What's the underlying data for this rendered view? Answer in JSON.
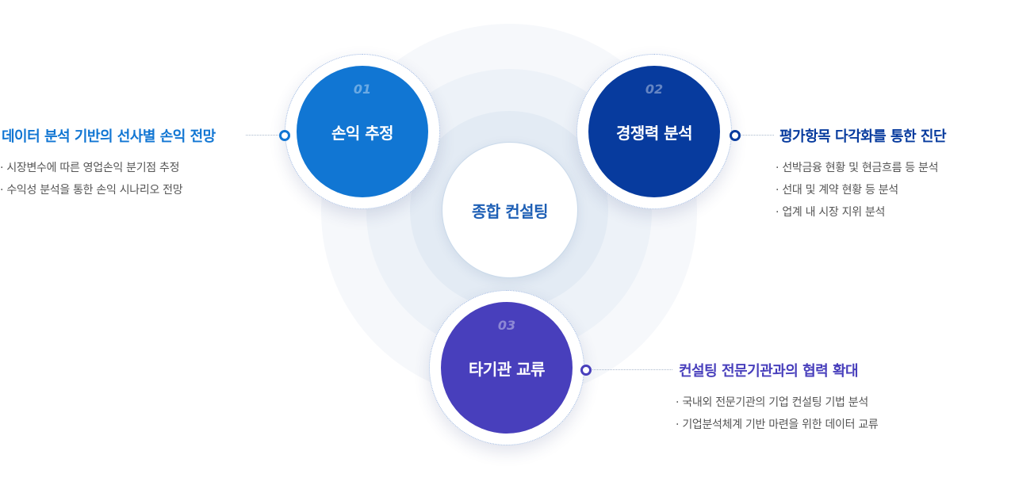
{
  "center": {
    "label": "종합 컨설팅"
  },
  "nodes": [
    {
      "num": "01",
      "label": "손익 추정"
    },
    {
      "num": "02",
      "label": "경쟁력 분석"
    },
    {
      "num": "03",
      "label": "타기관 교류"
    }
  ],
  "details": [
    {
      "heading": "데이터 분석 기반의 선사별 손익 전망",
      "bullets": [
        "시장변수에 따른 영업손익 분기점 추정",
        "수익성 분석을 통한 손익 시나리오 전망"
      ]
    },
    {
      "heading": "평가항목 다각화를 통한 진단",
      "bullets": [
        "선박금융 현황 및 현금흐름 등 분석",
        "선대 및 계약 현황 등 분석",
        "업계 내 시장 지위 분석"
      ]
    },
    {
      "heading": "컨설팅 전문기관과의 협력 확대",
      "bullets": [
        "국내외 전문기관의 기업 컨설팅 기법 분석",
        "기업분석체계 기반 마련을 위한 데이터 교류"
      ]
    }
  ],
  "colors": {
    "node1": "#1176d3",
    "node2": "#073b9e",
    "node3": "#483fbc",
    "center_text": "#1e5fb5"
  }
}
